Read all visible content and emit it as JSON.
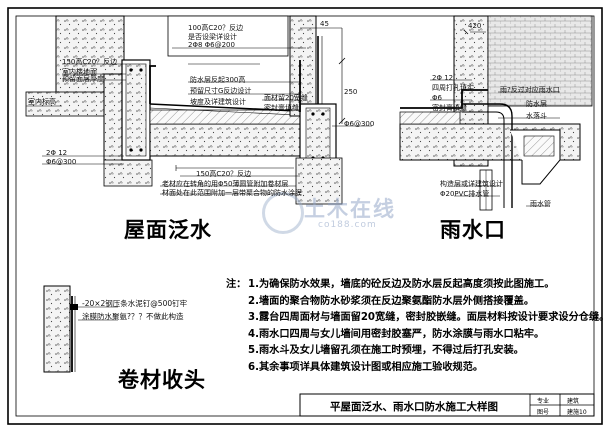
{
  "watermark": {
    "name": "土木在线",
    "url": "co188.com"
  },
  "section_titles": {
    "roof_flashing": "屋面泛水",
    "rain_outlet": "雨水口",
    "membrane_end": "卷材收头"
  },
  "notes": {
    "heading": "注：",
    "items": [
      "1.为确保防水效果，墙底的砼反边及防水层反起高度须按此图施工。",
      "2.墙面的聚合物防水砂浆须在反边聚氨酯防水层外侧搭接覆盖。",
      "3.露台四周面材与墙面留20宽缝，密封胶嵌缝。面层材料按设计要求设分仓缝。",
      "4.雨水口四周与女儿墙间用密封胶塞严，防水涂膜与雨水口粘牢。",
      "5.雨水斗及女儿墙留孔须在施工时预埋，不得过后打孔安装。",
      "6.其余事项详具体建筑设计图或相应施工验收规范。"
    ]
  },
  "title_block": {
    "drawing_title": "平屋面泛水、雨水口防水施工大样图",
    "cell_1": "专业",
    "cell_2": "建筑",
    "cell_3": "图号",
    "drawing_no": "建施10"
  },
  "roof_labels": {
    "concrete_150_left": "150高C20？反边",
    "wall_type": "室内楼地面",
    "reserved": "预留面层厚度",
    "indoor_mark": "室内标高",
    "rebar_2": "2Φ 12",
    "stirrup_1": "Φ6@300",
    "concrete_100": "100高C20？反边",
    "structure_design": "是否设梁详设计",
    "stirrup_200": "2Φ8  Φ6@200",
    "protect_300": "防水层反起300高",
    "reserve_g": "预留尺寸G反边设计",
    "slope": "坡度及详建筑设计",
    "gap_20": "面材留20宽缝",
    "sealant": "密封膏填缝",
    "stirrup_300": "Φ6@300",
    "concrete_150_bottom": "150高C20？反边",
    "lower_note_1": "老材应在转角的用Φ50薄圆管附加卷材层",
    "lower_note_2": "材面处在此范围附加一层带聚合物的防水涂膜",
    "dim_45": "45",
    "dim_250": "250"
  },
  "outlet_labels": {
    "rebar_2": "2Φ 12",
    "wall_cut": "四周打孔填实",
    "stirrup_2": "Φ6",
    "rain_cap": "雨?反过对应雨水口",
    "sealant": "密封膏填缝",
    "waterproof": "防水层",
    "parapet": "水落斗",
    "downpipe_note": "构造层或详建筑设计",
    "pvc": "Φ20PVC排水管",
    "rain_pipe": "雨水管",
    "dim_420": "420"
  },
  "membrane_labels": {
    "line_1": "-20×2钢压条水泥钉@500钉牢",
    "line_2": "涂膜防水聚氨?？？不做此构造"
  }
}
